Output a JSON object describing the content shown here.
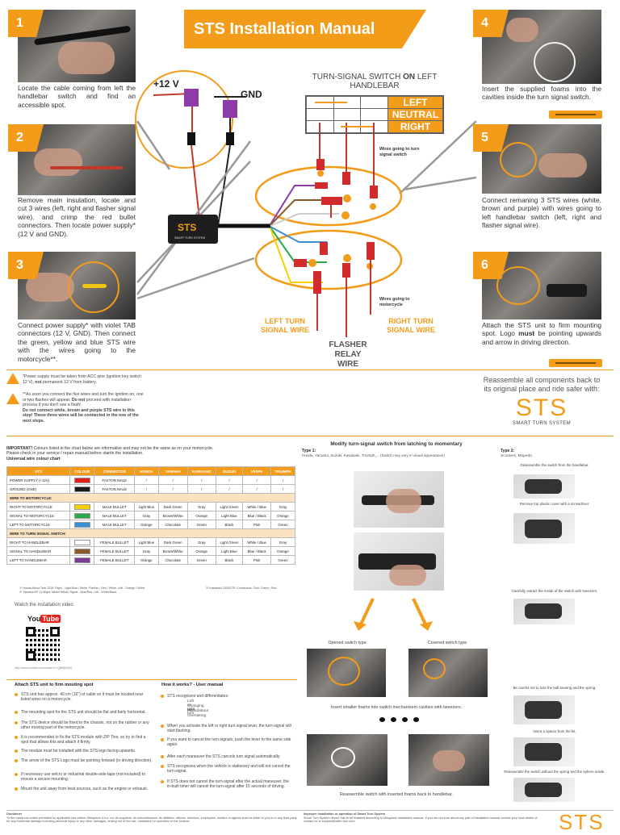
{
  "title": "STS Installation Manual",
  "steps": [
    {
      "num": "1",
      "text": "Locate the cable coming from left the handlebar switch and find an accessible spot."
    },
    {
      "num": "2",
      "text": "Remove main insulation, locate and cut 3 wires (left, right and flasher signal wire), and crimp the red bullet connectors. Then locate power supply* (12 V and GND)."
    },
    {
      "num": "3",
      "text": "Connect power supply* with violet TAB connectors (12 V, GND). Then connect the green, yellow and blue STS wire with the wires going to the motorcycle**."
    },
    {
      "num": "4",
      "text": "Insert the supplied foams into the cavities inside the turn signal switch."
    },
    {
      "num": "5",
      "text": "Connect remaning 3 STS wires (white, brown and purple) with wires going to left handlebar switch (left, right and flasher signal wire)."
    },
    {
      "num": "6",
      "text": "Attach the STS unit to firm mounting spot. Logo must be pointing upwards and arrow in driving direction.",
      "bold": "must"
    }
  ],
  "diagram": {
    "v12": "+12 V",
    "gnd": "GND",
    "switch_title_a": "TURN-SIGNAL SWITCH ",
    "switch_title_on": "ON",
    "switch_title_b": " LEFT HANDLEBAR",
    "left": "LEFT",
    "neutral": "NEUTRAL",
    "right": "RIGHT",
    "to_switch": "Wires going to turn signal switch",
    "to_moto": "Wires going to motorcycle",
    "left_turn": "LEFT TURN SIGNAL WIRE",
    "right_turn": "RIGHT TURN SIGNAL WIRE",
    "flasher": "FLASHER RELAY WIRE",
    "unit_logo": "STS",
    "unit_sub": "SMART TURN SYSTEM"
  },
  "notes": {
    "n1a": "*Power supply must be taken from ACC wire (ignition key switch 12 V), ",
    "n1b": "not",
    "n1c": " permanent 12 V from battery.",
    "n2a": "**As soon you connect the five wires and turn the ignition on, one or two flashes will appear. ",
    "n2b": "Do not",
    "n2c": " proceed with installation process if you don't see a flash!",
    "n2d": "Do not connect white, brown and purple STS wire in this step! These three wires will be connected in the one of the next steps."
  },
  "reassemble": "Reassemble all components back to its original place and ride safer with:",
  "brand": {
    "logo": "STS",
    "name": "SMART TURN SYSTEM"
  },
  "important": {
    "a": "IMPORTANT!",
    "b": " Colours listed in the chart below are informative and may not be the same as on your motorcycle. Please check in your service / repair manual before startin the installation.",
    "c": "Universal wire colour chart"
  },
  "colour_chart": {
    "header": [
      "STS",
      "COLOUR",
      "CONNECTOR",
      "HONDA",
      "YAMAHA",
      "KAWASAKI",
      "SUZUKI",
      "VESPA",
      "TRIUMPH"
    ],
    "sections": [
      {
        "title": "",
        "rows": [
          {
            "label": "POWER SUPPLY (+12V)",
            "color": "#e32119",
            "conn": "FASTON MALE",
            "vals": [
              "/",
              "/",
              "/",
              "/",
              "/",
              "/"
            ]
          },
          {
            "label": "GROUND (GND)",
            "color": "#1a1a1a",
            "conn": "FASTON MALE",
            "vals": [
              "/",
              "/",
              "/",
              "/",
              "/",
              "/"
            ]
          }
        ]
      },
      {
        "title": "WIRE TO MOTORCYCLE:",
        "rows": [
          {
            "label": "RIGHT TO MOTORCYCLE",
            "color": "#f5d100",
            "conn": "MALE BULLET",
            "vals": [
              "Light Blue",
              "Dark Green",
              "Gray",
              "Light Green",
              "White / Blue",
              "Gray"
            ]
          },
          {
            "label": "SIGNAL TO MOTORCYCLE",
            "color": "#2aa84a",
            "conn": "MALE BULLET",
            "vals": [
              "Gray",
              "Brown/White",
              "Orange",
              "Light Blue",
              "Blue / Black",
              "Orange"
            ]
          },
          {
            "label": "LEFT TO MOTORCYCLE",
            "color": "#3b8fd6",
            "conn": "MALE BULLET",
            "vals": [
              "Orange",
              "Chocolate",
              "Green",
              "Black",
              "Pink",
              "Green"
            ]
          }
        ]
      },
      {
        "title": "WIRE TO TURN SIGNAL SWITCH:",
        "rows": [
          {
            "label": "RIGHT TO HANDLEBAR",
            "color": "#ffffff",
            "conn": "FEMALE BULLET",
            "vals": [
              "Light Blue",
              "Dark Green",
              "Gray",
              "Light Green",
              "White / Blue",
              "Gray"
            ]
          },
          {
            "label": "SIGNAL TO HANDLEBAR",
            "color": "#8a5a2b",
            "conn": "FEMALE BULLET",
            "vals": [
              "Gray",
              "Brown/White",
              "Orange",
              "Light Blue",
              "Blue / Black",
              "Orange"
            ]
          },
          {
            "label": "LEFT TO HANDLEBAR",
            "color": "#7a3a9a",
            "conn": "FEMALE BULLET",
            "vals": [
              "Orange",
              "Chocolate",
              "Green",
              "Black",
              "Pink",
              "Green"
            ]
          }
        ]
      }
    ],
    "footnote1": "1* Honda Africa Twin 2016: Right - Light Blue / White, Flasher - Red / White, Left - Orange / White",
    "footnote2": "3* Kawasaki Z400/Z75: Continuous: Gold, Green / Red",
    "footnote3": "2* Yamaha MT-15 Night: White/Yellow, Signal - Blue/Red, Left - White/Black"
  },
  "video": {
    "label": "Watch the installation video",
    "yt_a": "You",
    "yt_b": "Tube",
    "url": "http://www.youtube.com/watch?v=Qj8f9jK4ilM"
  },
  "modify": {
    "title": "Modify turn-signal switch from latching to momentary",
    "type1": "Type 1:",
    "type1_sub": "Honda, Yamaha, Suzuki, Kawasaki, Triumph,... (Switch may vary in visual appearance)",
    "opened": "Opened switch type",
    "covered": "Covered switch type",
    "insert": "Insert smaller foams into switch mechanisem cavities with tweezers.",
    "reassemble": "Reassemble switch with inserted foams back to handlebar.",
    "type2": "Type 2:",
    "type2_sub": "Scooters, Mopeds.",
    "t2_steps": [
      "Disassemble the switch from the handlebar.",
      "Remove top plastic cover with a screwdriver.",
      "Carefully extract the inside of the switch with tweezers.",
      "Be careful not to lose the ball bearing and the spring.",
      "Insert a spacer from the kit.",
      "Reassemble the switch without the spring and the sphere inside."
    ]
  },
  "attach": {
    "title": "Attach STS unit to firm mouting spot",
    "items": [
      "STS unit has approx. 40 cm (16\") of cable so it must be located near listed wires on a motorcycle.",
      "The mounting spot for the STS unit should be flat and fairly horizontal.",
      "The STS device should be fixed to the chassis, not on the rubber or any other moving part of the motorcycle.",
      "It is recommended to fix the STS module with ZIP Ties, so try to find a spot that allows this and attach it firmly.",
      "The module must be installed with the STS logo facing upwards.",
      "The arrow of the STS Logo must be pointing forward (in driving direction).",
      "If necessary use velcro or industrial double-side tape (not included) to ensure a secure mounting.",
      "Mount the unit away from heat sources, such as the engine or exhaust."
    ]
  },
  "how": {
    "title": "How it works? - User manual",
    "lead": "STS recognizes and differentiates:",
    "sub": [
      "Left or right turn",
      "Changing lane",
      "Roundabout",
      "Overtaking"
    ],
    "items": [
      "When you activate the left or right turn signal lever, the turn-signal will start flashing.",
      "If you want to cancel the turn-signals, push the lever to the same side again.",
      "After each maneuver the STS cancels turn signal automatically.",
      "STS recognizes when the vehicle is stationary and will not cancel the turn-signal.",
      "If STS does not cancel the turn-signal after the actual maneuver, the in-built timer will cancel the turn-signal after 15 seconds of driving."
    ]
  },
  "footer": {
    "disclaimer_t": "Disclaimer",
    "disclaimer": "To the maximum extent permitted by applicable law neither Missylane d.o.o. nor its suppliers, its subcontractors, its affiliates, officers, directors, employees, dealers or agents shall be liable to you or to any third party for any incidental damage including personal injury or any other damages, arising out of the use, installation or operation of the product.",
    "improper_t": "Improper installation or operation of Smart Turn System",
    "improper": "Smart Turn System device has to be installed according to Missylane installation manual. If you are not sure about any part of installation manual contact your local dealer or contact us at support@safer-turn.com"
  }
}
